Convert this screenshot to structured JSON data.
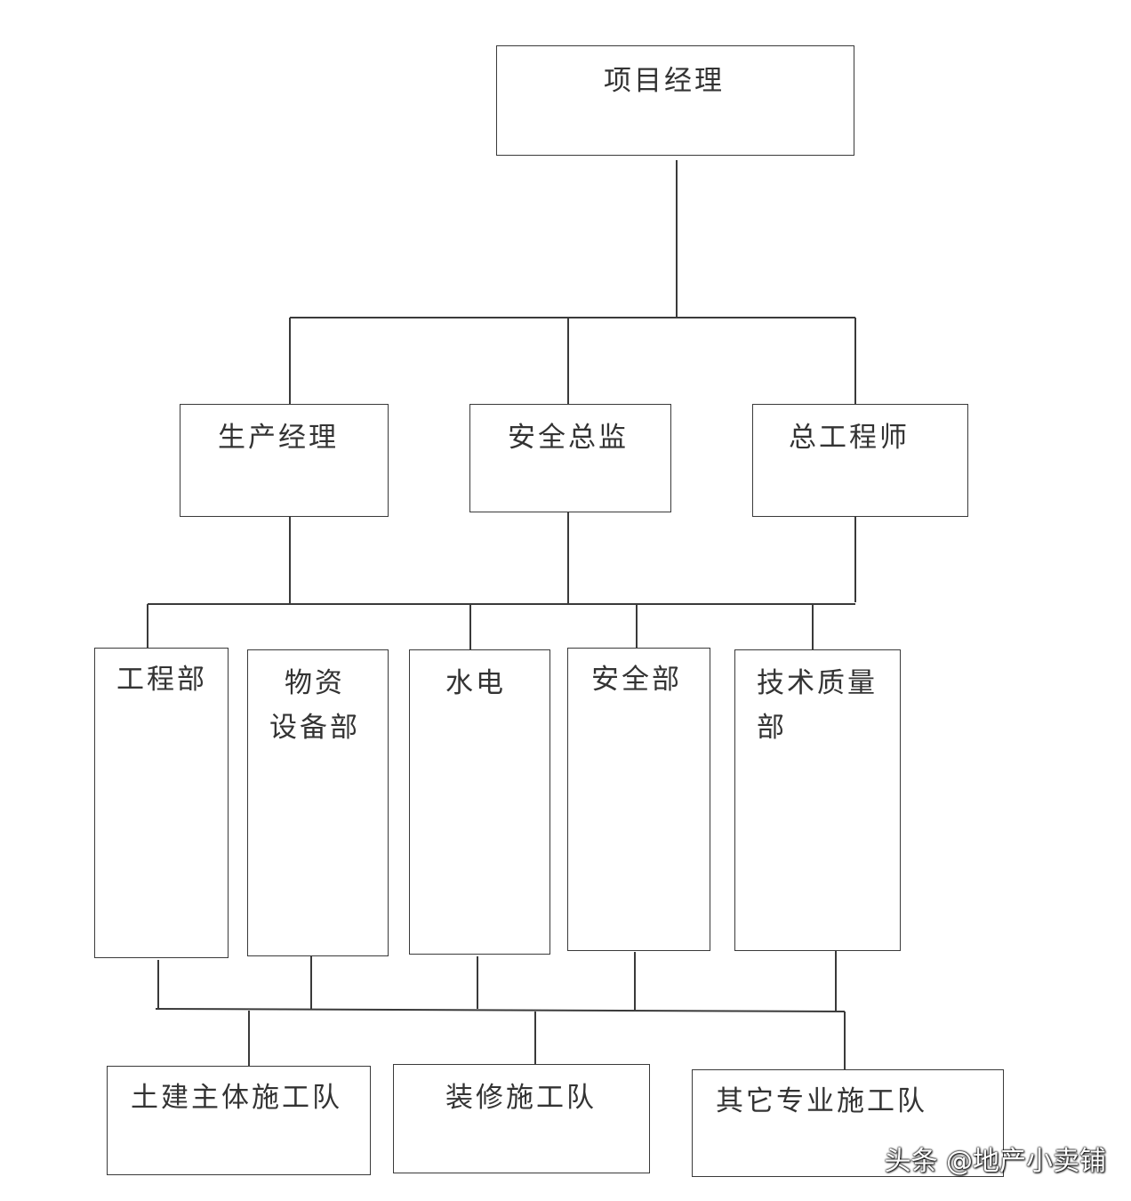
{
  "nodes": {
    "project_manager": "项目经理",
    "production_manager": "生产经理",
    "safety_director": "安全总监",
    "chief_engineer": "总工程师",
    "engineering_dept": "工程部",
    "materials_dept": "物资\n设备部",
    "water_electric": "水电",
    "safety_dept": "安全部",
    "tech_quality_dept": "技术质量\n部",
    "civil_team": "土建主体施工队",
    "decoration_team": "装修施工队",
    "other_team": "其它专业施工队"
  },
  "watermark": "头条 @地产小卖铺",
  "colors": {
    "line": "#3a3a3a",
    "text": "#333333",
    "background": "#ffffff"
  }
}
